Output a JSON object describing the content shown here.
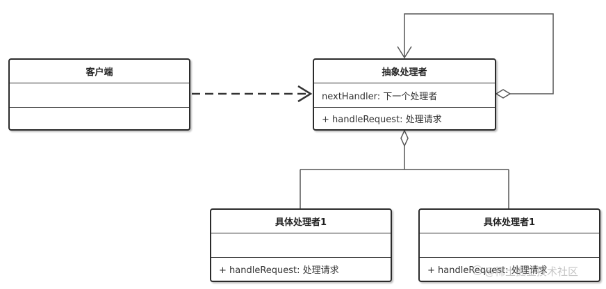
{
  "classes": {
    "client": {
      "name": "客户端",
      "attribute": "",
      "operation": ""
    },
    "handler": {
      "name": "抽象处理者",
      "attribute": "nextHandler: 下一个处理者",
      "operation": "+ handleRequest: 处理请求"
    },
    "concrete1": {
      "name": "具体处理者1",
      "attribute": "",
      "operation": "+ handleRequest: 处理请求"
    },
    "concrete2": {
      "name": "具体处理者1",
      "attribute": "",
      "operation": "+ handleRequest: 处理请求"
    }
  },
  "relationships": [
    {
      "type": "dependency",
      "from": "客户端",
      "to": "抽象处理者"
    },
    {
      "type": "aggregation",
      "from": "抽象处理者",
      "to": "抽象处理者"
    },
    {
      "type": "aggregation",
      "from": "具体处理者1",
      "to": "抽象处理者"
    },
    {
      "type": "aggregation",
      "from": "具体处理者1",
      "to": "抽象处理者"
    }
  ],
  "watermark": "@稀土掘金技术社区",
  "colors": {
    "line": "#555555",
    "border": "#2b2b2b",
    "arrow": "#333333"
  }
}
